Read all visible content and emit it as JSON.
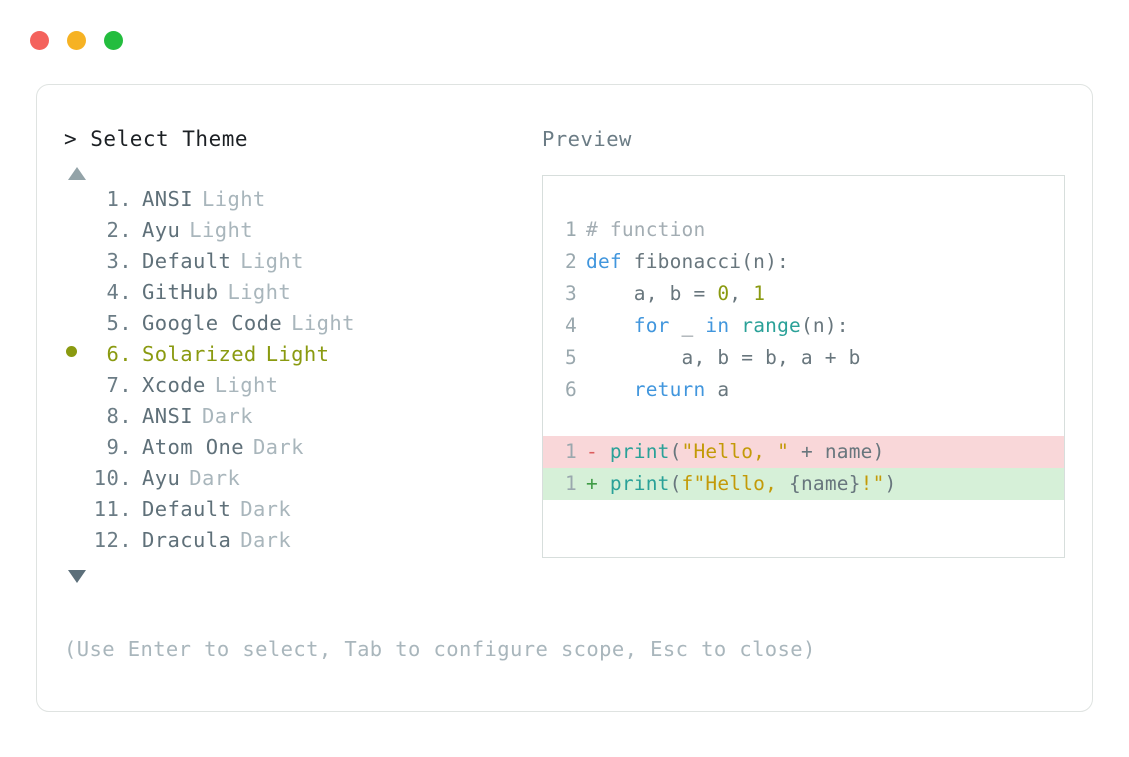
{
  "window": {
    "traffic_lights": [
      {
        "name": "close-button",
        "color": "#F4625C"
      },
      {
        "name": "minimize-button",
        "color": "#F6B223"
      },
      {
        "name": "maximize-button",
        "color": "#23BD3E"
      }
    ]
  },
  "picker": {
    "prompt": "> Select Theme",
    "scroll_up_icon": "triangle-up-icon",
    "scroll_down_icon": "triangle-down-icon",
    "selected_index": 6,
    "selected_color": "#8a9a10",
    "items": [
      {
        "index": "1.",
        "name": "ANSI",
        "variant": "Light",
        "selected": false
      },
      {
        "index": "2.",
        "name": "Ayu",
        "variant": "Light",
        "selected": false
      },
      {
        "index": "3.",
        "name": "Default",
        "variant": "Light",
        "selected": false
      },
      {
        "index": "4.",
        "name": "GitHub",
        "variant": "Light",
        "selected": false
      },
      {
        "index": "5.",
        "name": "Google Code",
        "variant": "Light",
        "selected": false
      },
      {
        "index": "6.",
        "name": "Solarized",
        "variant": "Light",
        "selected": true
      },
      {
        "index": "7.",
        "name": "Xcode",
        "variant": "Light",
        "selected": false
      },
      {
        "index": "8.",
        "name": "ANSI",
        "variant": "Dark",
        "selected": false
      },
      {
        "index": "9.",
        "name": "Atom One",
        "variant": "Dark",
        "selected": false
      },
      {
        "index": "10.",
        "name": "Ayu",
        "variant": "Dark",
        "selected": false
      },
      {
        "index": "11.",
        "name": "Default",
        "variant": "Dark",
        "selected": false
      },
      {
        "index": "12.",
        "name": "Dracula",
        "variant": "Dark",
        "selected": false
      }
    ]
  },
  "preview": {
    "label": "Preview",
    "code_lines": [
      {
        "num": "1",
        "tokens": [
          {
            "t": "# function",
            "c": "t-comment"
          }
        ]
      },
      {
        "num": "2",
        "tokens": [
          {
            "t": "def",
            "c": "t-kw"
          },
          {
            "t": " fibonacci(n):",
            "c": "t-plain"
          }
        ]
      },
      {
        "num": "3",
        "tokens": [
          {
            "t": "    a, b = ",
            "c": "t-plain"
          },
          {
            "t": "0",
            "c": "t-num"
          },
          {
            "t": ", ",
            "c": "t-plain"
          },
          {
            "t": "1",
            "c": "t-num"
          }
        ]
      },
      {
        "num": "4",
        "tokens": [
          {
            "t": "    ",
            "c": "t-plain"
          },
          {
            "t": "for",
            "c": "t-kw"
          },
          {
            "t": " _ ",
            "c": "t-plain"
          },
          {
            "t": "in",
            "c": "t-kw"
          },
          {
            "t": " ",
            "c": "t-plain"
          },
          {
            "t": "range",
            "c": "t-fn"
          },
          {
            "t": "(n):",
            "c": "t-plain"
          }
        ]
      },
      {
        "num": "5",
        "tokens": [
          {
            "t": "        a, b = b, a + b",
            "c": "t-plain"
          }
        ]
      },
      {
        "num": "6",
        "tokens": [
          {
            "t": "    ",
            "c": "t-plain"
          },
          {
            "t": "return",
            "c": "t-kw"
          },
          {
            "t": " a",
            "c": "t-plain"
          }
        ]
      }
    ],
    "diff_lines": [
      {
        "num": "1",
        "kind": "minus",
        "sign": "-",
        "tokens": [
          {
            "t": "print",
            "c": "t-fn"
          },
          {
            "t": "(",
            "c": "t-plain"
          },
          {
            "t": "\"Hello, \"",
            "c": "t-str"
          },
          {
            "t": " + name)",
            "c": "t-plain"
          }
        ]
      },
      {
        "num": "1",
        "kind": "plus",
        "sign": "+",
        "tokens": [
          {
            "t": "print",
            "c": "t-fn"
          },
          {
            "t": "(",
            "c": "t-plain"
          },
          {
            "t": "f\"Hello, ",
            "c": "t-str"
          },
          {
            "t": "{name}",
            "c": "t-plain"
          },
          {
            "t": "!\"",
            "c": "t-str"
          },
          {
            "t": ")",
            "c": "t-plain"
          }
        ]
      }
    ]
  },
  "footer": {
    "hint": "(Use Enter to select, Tab to configure scope, Esc to close)"
  }
}
